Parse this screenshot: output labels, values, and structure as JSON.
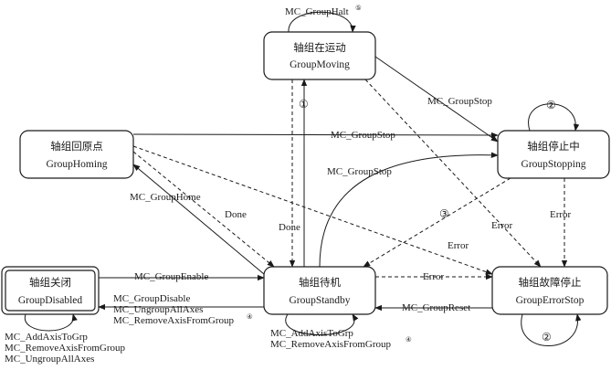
{
  "states": {
    "moving": {
      "cn": "轴组在运动",
      "en": "GroupMoving"
    },
    "homing": {
      "cn": "轴组回原点",
      "en": "GroupHoming"
    },
    "stopping": {
      "cn": "轴组停止中",
      "en": "GroupStopping"
    },
    "disabled": {
      "cn": "轴组关闭",
      "en": "GroupDisabled"
    },
    "standby": {
      "cn": "轴组待机",
      "en": "GroupStandby"
    },
    "errorstop": {
      "cn": "轴组故障停止",
      "en": "GroupErrorStop"
    }
  },
  "labels": {
    "halt": "MC_GroupHalt",
    "halt_sup": "⑤",
    "stop_moving": "MC_GroupStop",
    "stop_homing": "MC_GroupStop",
    "stop_standby": "MC_GroupStop",
    "home": "MC_GroupHome",
    "done1": "Done",
    "done2": "Done",
    "error1": "Error",
    "error2": "Error",
    "error3": "Error",
    "error4": "Error",
    "enable": "MC_GroupEnable",
    "disable": "MC_GroupDisable",
    "ungroup": "MC_UngroupAllAxes",
    "remove": "MC_RemoveAxisFromGroup",
    "remove_sup": "④",
    "reset": "MC_GroupReset",
    "add_standby": "MC_AddAxisToGrp",
    "remove_standby": "MC_RemoveAxisFromGroup",
    "remove_standby_sup": "④",
    "self_add": "MC_AddAxisToGrp",
    "self_remove": "MC_RemoveAxisFromGroup",
    "self_ungroup": "MC_UngroupAllAxes",
    "n1": "①",
    "n2a": "②",
    "n2b": "②",
    "n3": "③"
  }
}
